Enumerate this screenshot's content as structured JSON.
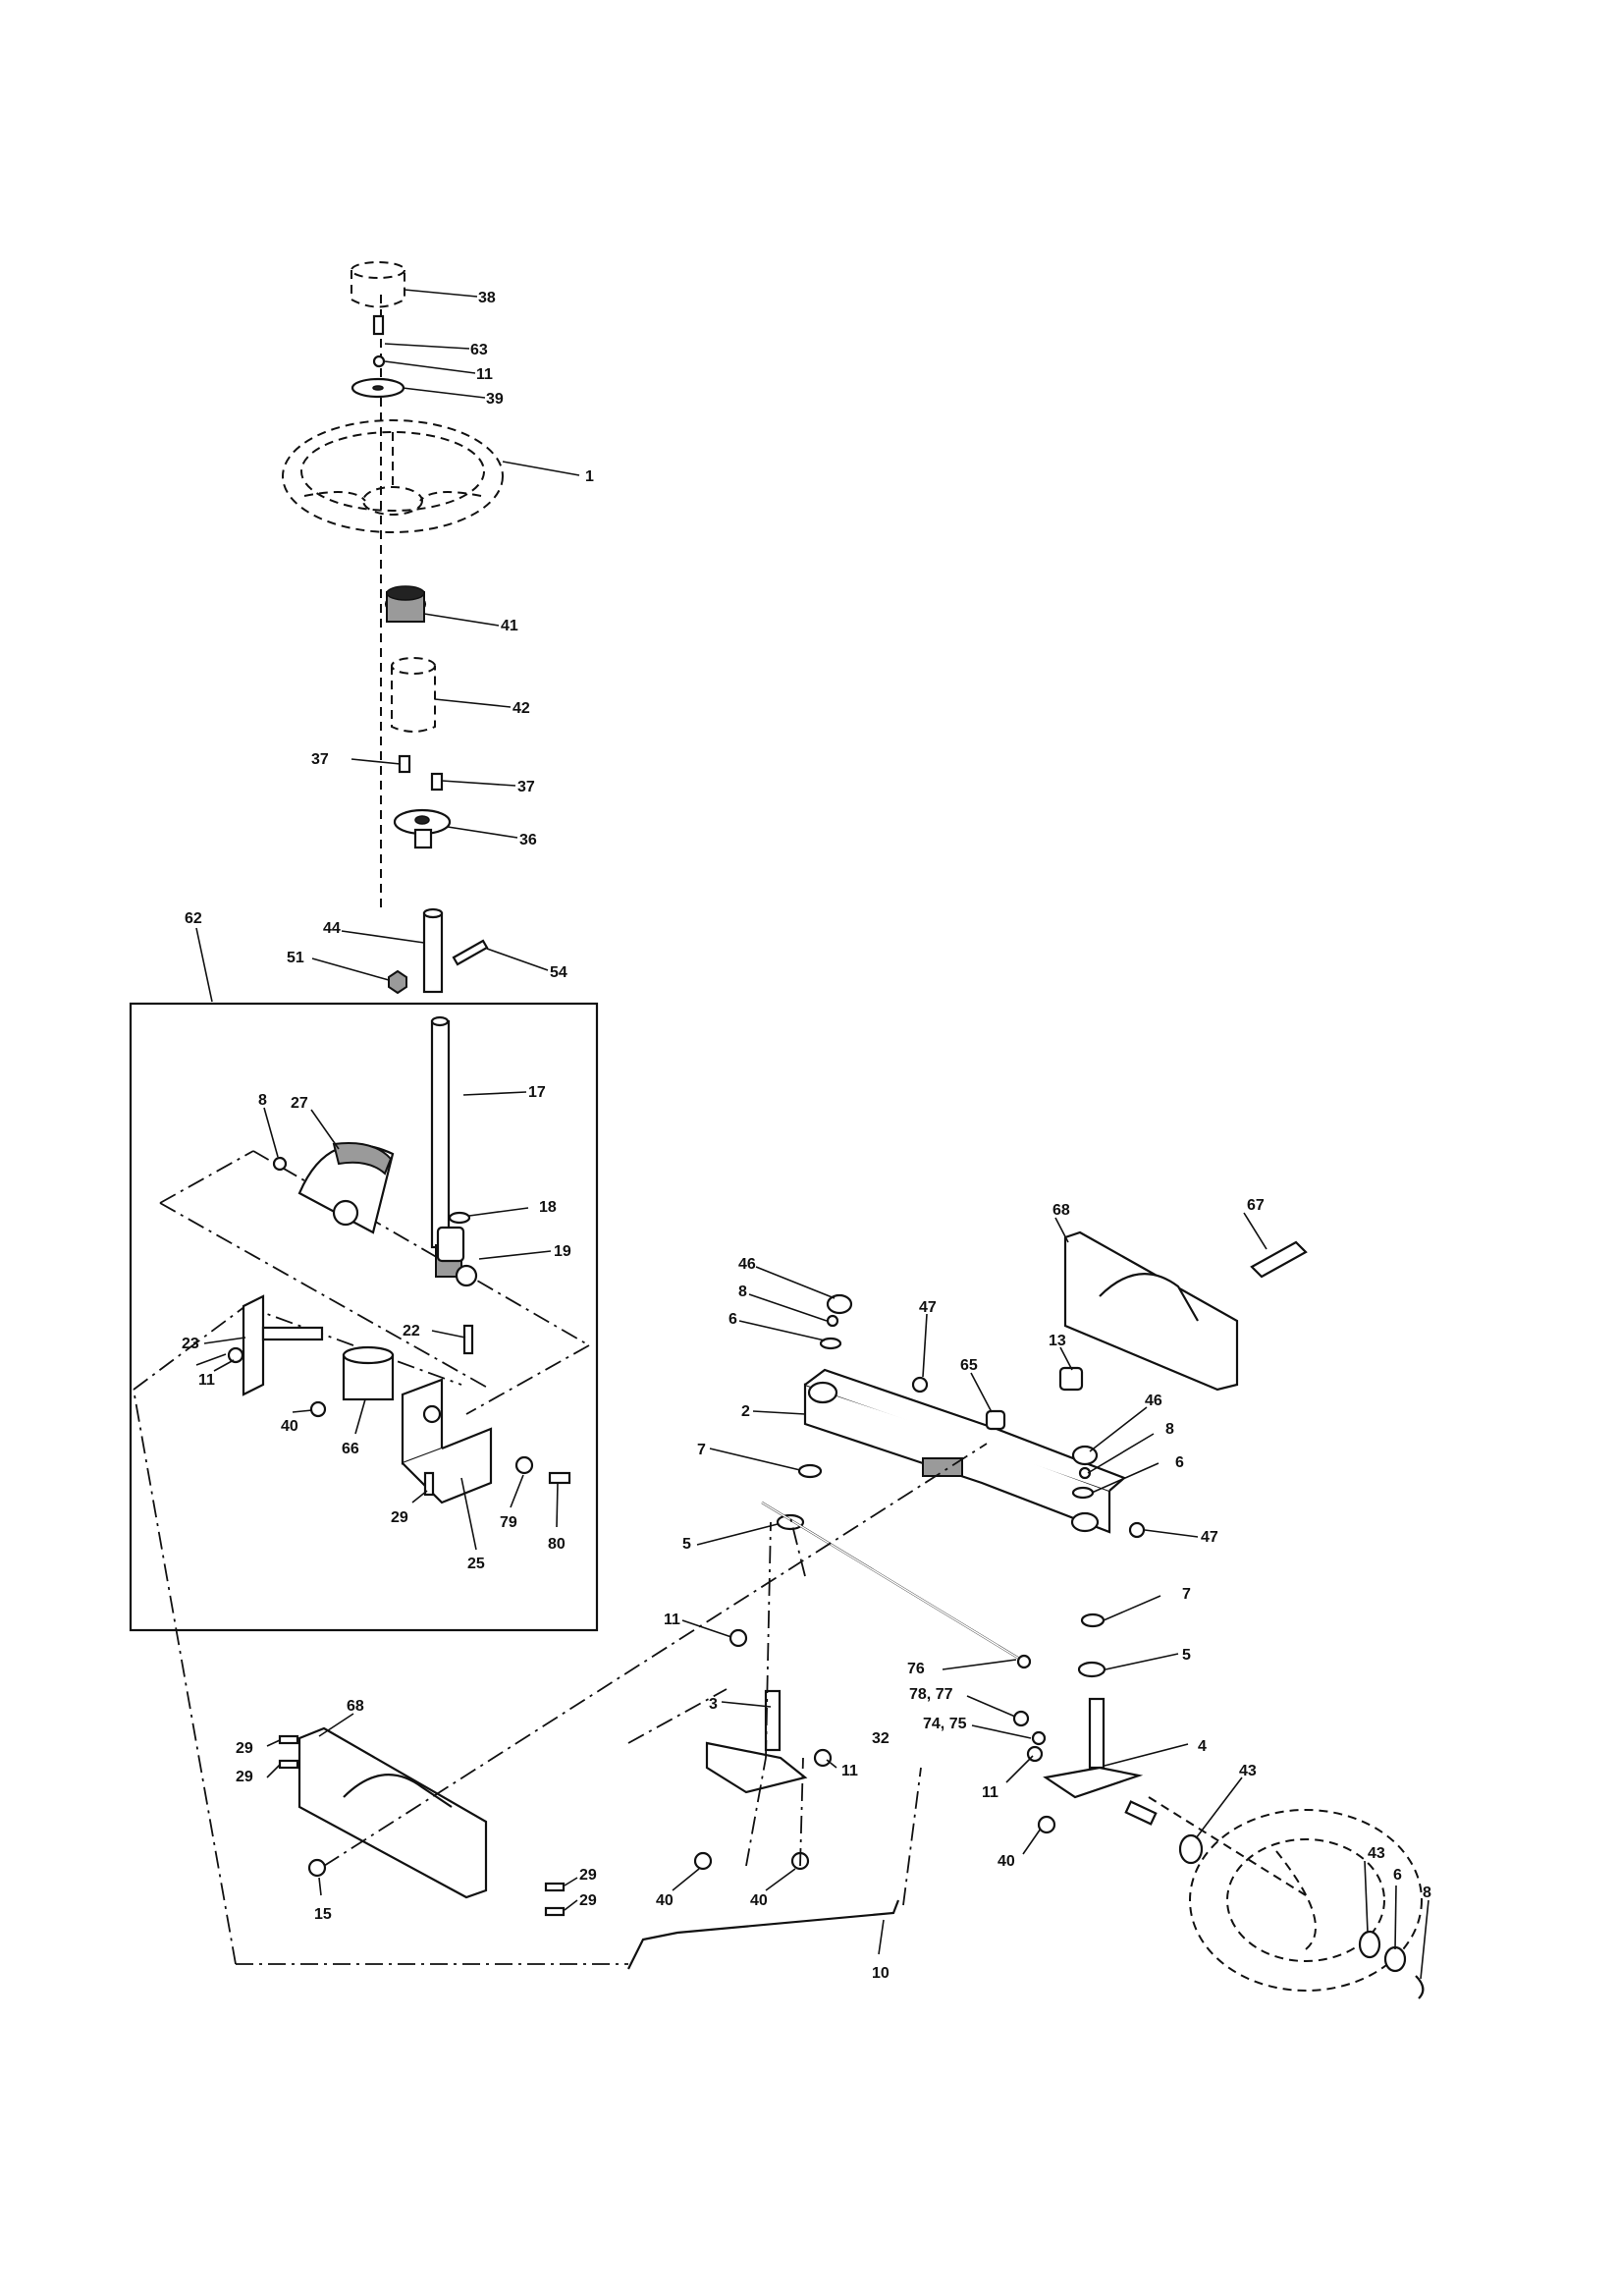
{
  "callouts": {
    "c38": "38",
    "c63": "63",
    "c11a": "11",
    "c39": "39",
    "c1": "1",
    "c41": "41",
    "c42": "42",
    "c37a": "37",
    "c37b": "37",
    "c36": "36",
    "c62": "62",
    "c44": "44",
    "c51": "51",
    "c54": "54",
    "c17": "17",
    "c27": "27",
    "c8a": "8",
    "c18": "18",
    "c19": "19",
    "c22": "22",
    "c23": "23",
    "c11b": "11",
    "c40a": "40",
    "c66": "66",
    "c29a": "29",
    "c79": "79",
    "c80": "80",
    "c25": "25",
    "c68a": "68",
    "c67": "67",
    "c46a": "46",
    "c8b": "8",
    "c6a": "6",
    "c47a": "47",
    "c13": "13",
    "c65": "65",
    "c2": "2",
    "c46b": "46",
    "c8c": "8",
    "c6b": "6",
    "c47b": "47",
    "c7a": "7",
    "c5a": "5",
    "c11c": "11",
    "c76": "76",
    "c7b": "7",
    "c5b": "5",
    "c7877": "78, 77",
    "c7475": "74, 75",
    "c32": "32",
    "c3": "3",
    "c11d": "11",
    "c4": "4",
    "c11e": "11",
    "c43a": "43",
    "c40b": "40",
    "c40c": "40",
    "c40d": "40",
    "c68b": "68",
    "c29b": "29",
    "c29c": "29",
    "c29d": "29",
    "c29e": "29",
    "c15": "15",
    "c10": "10",
    "c43b": "43",
    "c6c": "6",
    "c8d": "8"
  }
}
